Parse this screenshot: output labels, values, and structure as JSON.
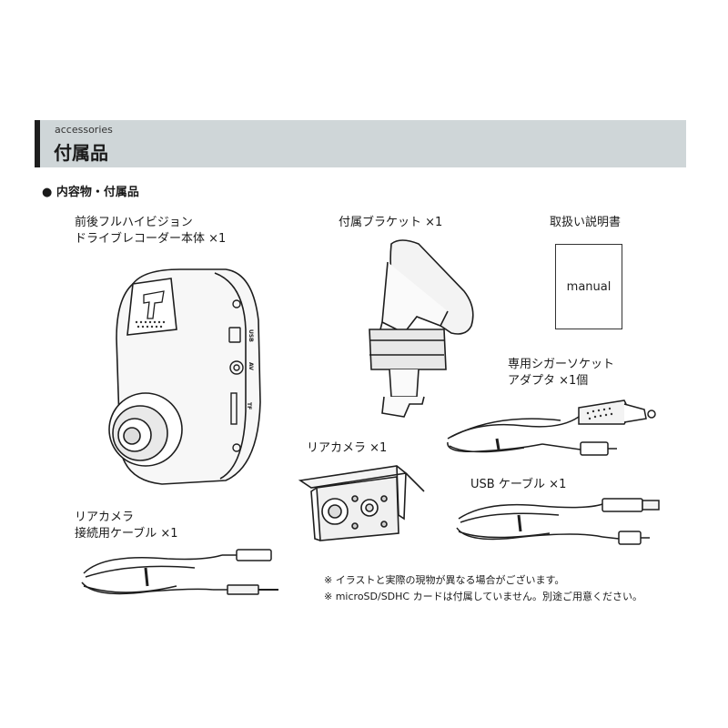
{
  "header": {
    "subtitle": "accessories",
    "title": "付属品"
  },
  "section": {
    "heading": "● 内容物・付属品"
  },
  "items": {
    "recorder": {
      "line1": "前後フルハイビジョン",
      "line2": "ドライブレコーダー本体 ×1"
    },
    "bracket": {
      "label": "付属ブラケット ×1"
    },
    "manual": {
      "label": "取扱い説明書",
      "box_text": "manual"
    },
    "cigar_adapter": {
      "line1": "専用シガーソケット",
      "line2": "アダプタ ×1個"
    },
    "rear_camera": {
      "label": "リアカメラ ×1"
    },
    "usb_cable": {
      "label": "USB ケーブル ×1"
    },
    "rear_cable": {
      "line1": "リアカメラ",
      "line2": "接続用ケーブル ×1"
    }
  },
  "device_marks": {
    "usb": "USB",
    "av": "AV",
    "tf": "TF"
  },
  "notes": [
    "※ イラストと実際の現物が異なる場合がございます。",
    "※ microSD/SDHC カードは付属していません。別途ご用意ください。"
  ]
}
